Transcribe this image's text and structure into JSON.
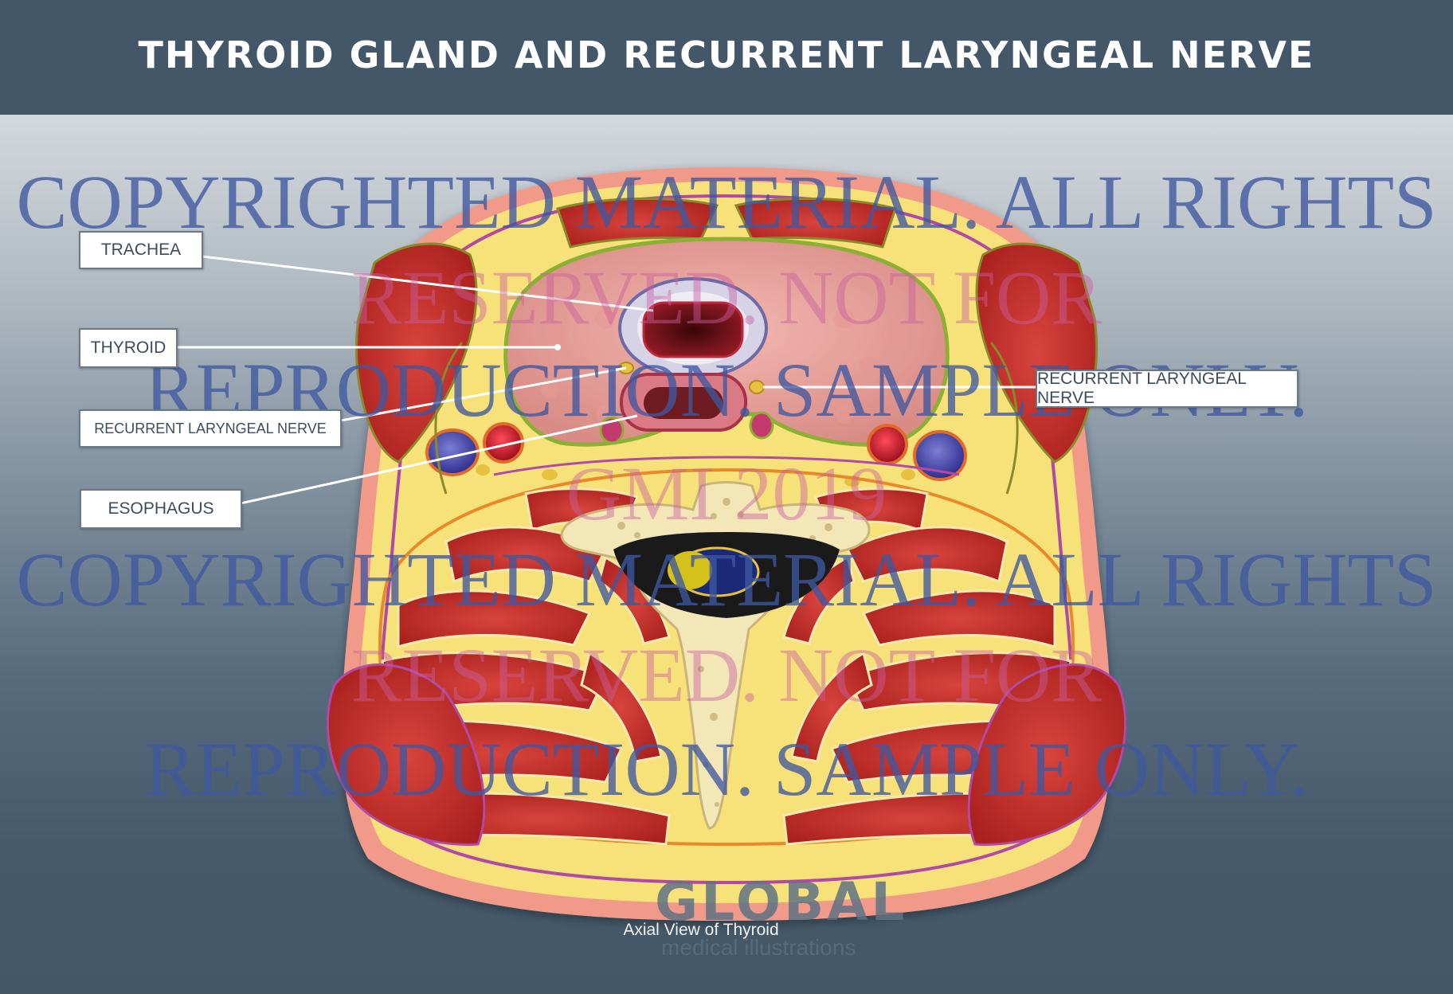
{
  "title": "THYROID GLAND AND RECURRENT LARYNGEAL NERVE",
  "labels": {
    "trachea": "TRACHEA",
    "thyroid": "THYROID",
    "rln_left": "RECURRENT LARYNGEAL NERVE",
    "rln_right": "RECURRENT LARYNGEAL NERVE",
    "esophagus": "ESOPHAGUS"
  },
  "caption": "Axial View of Thyroid",
  "watermark": {
    "line1": "COPYRIGHTED MATERIAL. ALL RIGHTS",
    "line2": "RESERVED. NOT FOR",
    "line3": "REPRODUCTION. SAMPLE ONLY.",
    "line4": "GMI 2019"
  },
  "logo": {
    "word": "GLOBAL",
    "sub": "medical illustrations"
  },
  "colors": {
    "header": "#435768",
    "skin": "#f29a8a",
    "fat": "#f7e27a",
    "muscle": "#c9302c",
    "thyroid": "#e8a5a0",
    "bone": "#f3e7b8",
    "vein": "#3f3fa0",
    "artery": "#c0152a",
    "nerve": "#e7c240"
  }
}
